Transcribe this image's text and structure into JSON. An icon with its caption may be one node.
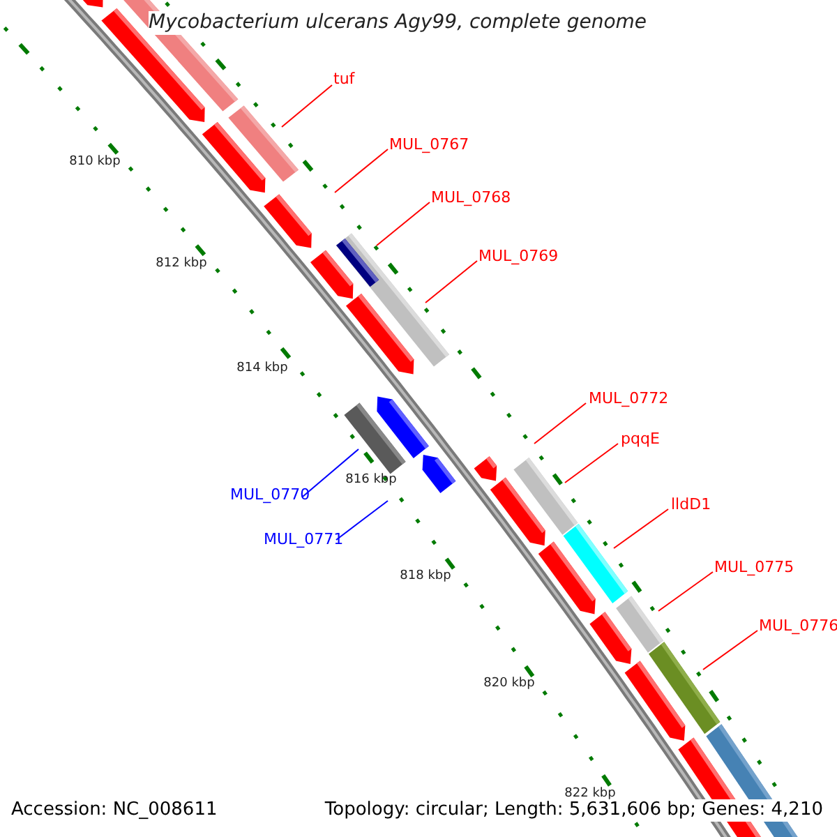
{
  "diagram": {
    "title": "Mycobacterium ulcerans Agy99, complete genome",
    "nodes": [
      {
        "text": [
          "tuf"
        ]
      },
      {
        "text": [
          "MUL_0767"
        ]
      },
      {
        "text": [
          "MUL_0768"
        ]
      },
      {
        "text": [
          "MUL_0769"
        ]
      },
      {
        "text": [
          "MUL_0772"
        ]
      },
      {
        "text": [
          "pqqE"
        ]
      },
      {
        "text": [
          "MUL_0770"
        ]
      },
      {
        "text": [
          "lldD1"
        ]
      },
      {
        "text": [
          "MUL_0771"
        ]
      },
      {
        "text": [
          "MUL_0775"
        ]
      },
      {
        "text": [
          "MUL_0776"
        ]
      }
    ],
    "edges": [
      {
        "from": 0,
        "to": null,
        "arrow": "none"
      },
      {
        "from": 1,
        "to": null,
        "arrow": "none"
      },
      {
        "from": 2,
        "to": null,
        "arrow": "none"
      },
      {
        "from": 3,
        "to": null,
        "arrow": "none"
      },
      {
        "from": 4,
        "to": null,
        "arrow": "none"
      },
      {
        "from": 5,
        "to": null,
        "arrow": "none"
      },
      {
        "from": 6,
        "to": null,
        "arrow": "none",
        "color": "#0000ff"
      },
      {
        "from": 7,
        "to": null,
        "arrow": "none"
      },
      {
        "from": 8,
        "to": null,
        "arrow": "none",
        "color": "#0000ff"
      },
      {
        "from": 9,
        "to": null,
        "arrow": "none"
      },
      {
        "from": 10,
        "to": null,
        "arrow": "none"
      }
    ],
    "labels": [
      "810 kbp",
      "812 kbp",
      "814 kbp",
      "816 kbp",
      "818 kbp",
      "820 kbp",
      "822 kbp",
      "Accession: NC_008611",
      "Topology: circular; Length: 5,631,606 bp; Genes: 4,210"
    ]
  }
}
